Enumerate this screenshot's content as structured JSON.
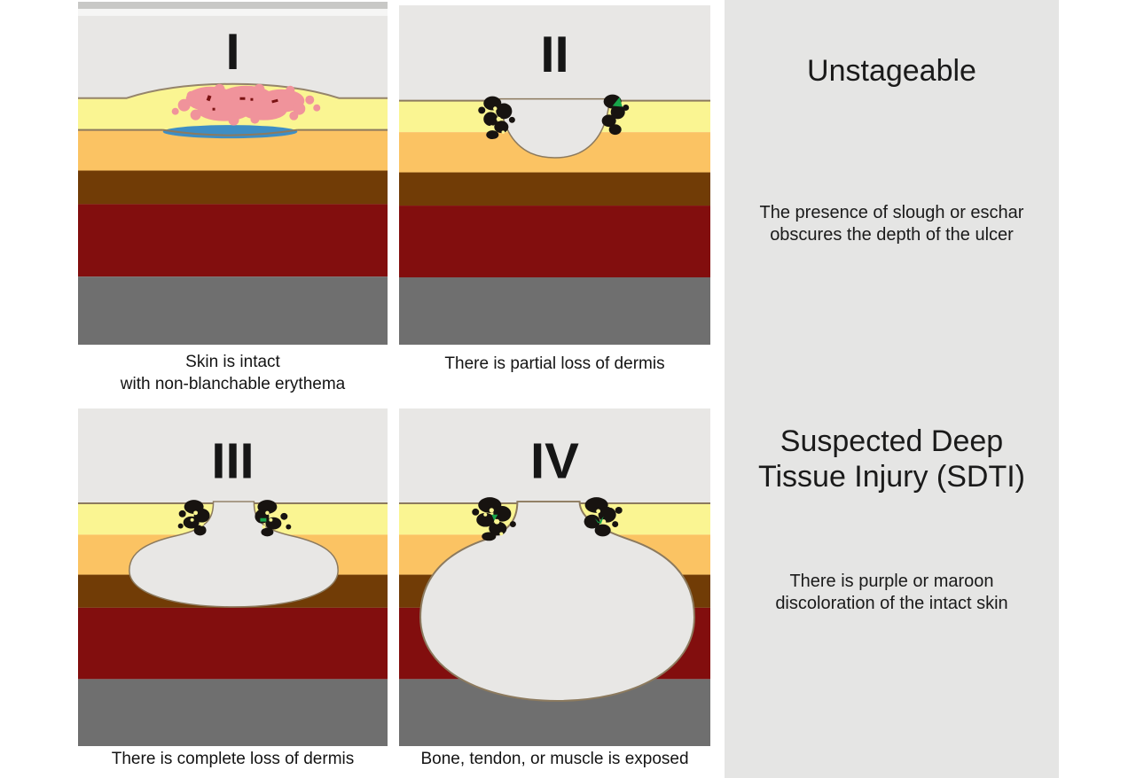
{
  "colors": {
    "air": "#e8e7e5",
    "skin": "#faf592",
    "fat": "#fbc363",
    "deep_tissue": "#713c06",
    "muscle": "#820e0e",
    "bone": "#6f6f6f",
    "erythema": "#f0939b",
    "erythema_speck": "#7a1212",
    "blister_fluid": "#3e8ec4",
    "eschar": "#171310",
    "eschar_hole": "#faf592",
    "granulation": "#18a54a",
    "outline": "#8c7a5e",
    "numeral_ink": "#161616",
    "side_panel_bg": "#e5e5e4",
    "top_strip": "#c8c8c6"
  },
  "stages": [
    {
      "numeral": "I",
      "caption": "Skin is intact\nwith non-blanchable erythema"
    },
    {
      "numeral": "II",
      "caption": "There is partial loss of dermis"
    },
    {
      "numeral": "III",
      "caption": "There is complete loss of dermis"
    },
    {
      "numeral": "IV",
      "caption": "Bone, tendon, or muscle is exposed"
    }
  ],
  "side_panel": {
    "sections": [
      {
        "title": "Unstageable",
        "description": "The presence of slough or eschar\nobscures the depth of the ulcer"
      },
      {
        "title": "Suspected Deep\nTissue Injury (SDTI)",
        "description": "There is purple or maroon\ndiscoloration of the intact skin"
      }
    ]
  }
}
